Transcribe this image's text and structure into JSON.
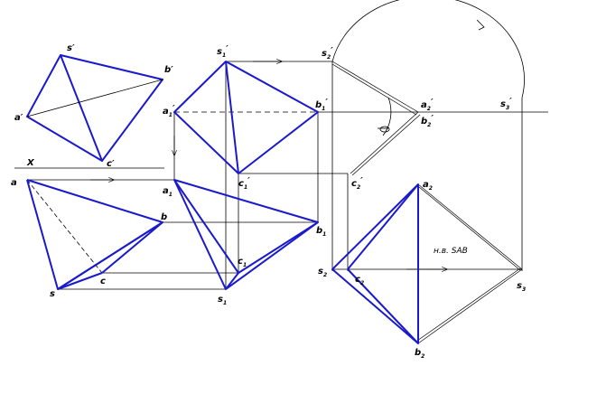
{
  "colors": {
    "construction": "#000000",
    "figure": "#1a1acc",
    "background": "#ffffff"
  },
  "axis": {
    "label": "X"
  },
  "annotation": {
    "true_size": "н.в. SAB"
  },
  "labels": [
    {
      "id": "s-front",
      "base": "s",
      "sub": "",
      "mark": "′"
    },
    {
      "id": "b-front",
      "base": "b",
      "sub": "",
      "mark": "′"
    },
    {
      "id": "a-front",
      "base": "a",
      "sub": "",
      "mark": "′"
    },
    {
      "id": "c-front",
      "base": "c",
      "sub": "",
      "mark": "′"
    },
    {
      "id": "a-top",
      "base": "a",
      "sub": "",
      "mark": ""
    },
    {
      "id": "b-top",
      "base": "b",
      "sub": "",
      "mark": ""
    },
    {
      "id": "c-top",
      "base": "c",
      "sub": "",
      "mark": ""
    },
    {
      "id": "s-top",
      "base": "s",
      "sub": "",
      "mark": ""
    },
    {
      "id": "s1-front",
      "base": "s",
      "sub": "1",
      "mark": "′"
    },
    {
      "id": "a1-front",
      "base": "a",
      "sub": "1",
      "mark": "′"
    },
    {
      "id": "b1-front",
      "base": "b",
      "sub": "1",
      "mark": "′"
    },
    {
      "id": "c1-front",
      "base": "c",
      "sub": "1",
      "mark": "′"
    },
    {
      "id": "a1-top",
      "base": "a",
      "sub": "1",
      "mark": ""
    },
    {
      "id": "b1-top",
      "base": "b",
      "sub": "1",
      "mark": ""
    },
    {
      "id": "c1-top",
      "base": "c",
      "sub": "1",
      "mark": ""
    },
    {
      "id": "s1-top",
      "base": "s",
      "sub": "1",
      "mark": ""
    },
    {
      "id": "s2-front",
      "base": "s",
      "sub": "2",
      "mark": "′"
    },
    {
      "id": "a2-front",
      "base": "a",
      "sub": "2",
      "mark": "′"
    },
    {
      "id": "b2-front",
      "base": "b",
      "sub": "2",
      "mark": "′"
    },
    {
      "id": "c2-front",
      "base": "c",
      "sub": "2",
      "mark": "′"
    },
    {
      "id": "s3-front",
      "base": "s",
      "sub": "3",
      "mark": "′"
    },
    {
      "id": "a2-top",
      "base": "a",
      "sub": "2",
      "mark": ""
    },
    {
      "id": "b2-top",
      "base": "b",
      "sub": "2",
      "mark": ""
    },
    {
      "id": "c2-top",
      "base": "c",
      "sub": "2",
      "mark": ""
    },
    {
      "id": "s2-top",
      "base": "s",
      "sub": "2",
      "mark": ""
    },
    {
      "id": "s3-top",
      "base": "s",
      "sub": "3",
      "mark": ""
    }
  ]
}
